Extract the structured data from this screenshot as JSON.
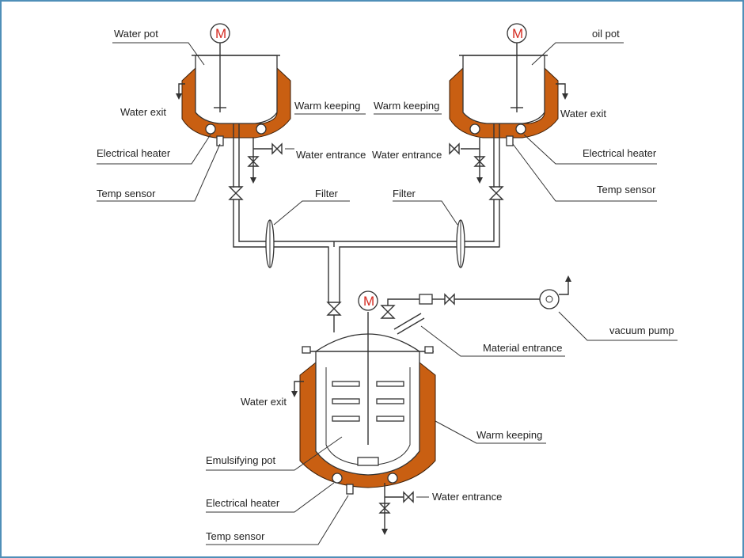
{
  "motor_symbol": "M",
  "colors": {
    "jacket": "#c95f12",
    "motor": "#d42a20",
    "frame": "#4f8fb8"
  },
  "water_pot": {
    "name": "Water pot",
    "water_exit": "Water exit",
    "warm_keeping": "Warm keeping",
    "electrical_heater": "Electrical heater",
    "water_entrance": "Water entrance",
    "temp_sensor": "Temp sensor",
    "filter": "Filter"
  },
  "oil_pot": {
    "name": "oil pot",
    "water_exit": "Water exit",
    "warm_keeping": "Warm keeping",
    "electrical_heater": "Electrical heater",
    "water_entrance": "Water entrance",
    "temp_sensor": "Temp sensor",
    "filter": "Filter"
  },
  "emulsifying_pot": {
    "name": "Emulsifying pot",
    "vacuum_pump": "vacuum pump",
    "material_entrance": "Material entrance",
    "water_exit": "Water exit",
    "warm_keeping": "Warm keeping",
    "electrical_heater": "Electrical heater",
    "water_entrance": "Water entrance",
    "temp_sensor": "Temp sensor"
  }
}
